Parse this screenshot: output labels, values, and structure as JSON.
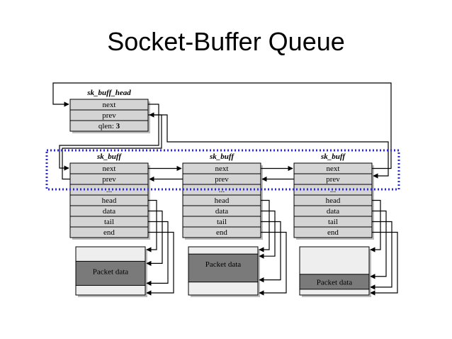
{
  "title": "Socket-Buffer Queue",
  "head": {
    "label": "sk_buff_head",
    "fields": [
      {
        "name": "next",
        "value": ""
      },
      {
        "name": "prev",
        "value": ""
      },
      {
        "name": "qlen:",
        "value": "3"
      }
    ]
  },
  "buffers": [
    {
      "label": "sk_buff",
      "fields": [
        "next",
        "prev",
        "...",
        "head",
        "data",
        "tail",
        "end"
      ],
      "packet_label": "Packet data",
      "packet_fill": [
        0.3,
        0.8
      ]
    },
    {
      "label": "sk_buff",
      "fields": [
        "next",
        "prev",
        "...",
        "head",
        "data",
        "tail",
        "end"
      ],
      "packet_label": "Packet data",
      "packet_fill": [
        0.15,
        0.73
      ]
    },
    {
      "label": "sk_buff",
      "fields": [
        "next",
        "prev",
        "...",
        "head",
        "data",
        "tail",
        "end"
      ],
      "packet_label": "Packet data",
      "packet_fill": [
        0.57,
        0.88
      ]
    }
  ],
  "colors": {
    "struct_fill": "#d4d4d4",
    "packet_fill": "#7a7a7a",
    "packet_bg": "#eeeeee",
    "highlight": "#2a2ad8"
  }
}
